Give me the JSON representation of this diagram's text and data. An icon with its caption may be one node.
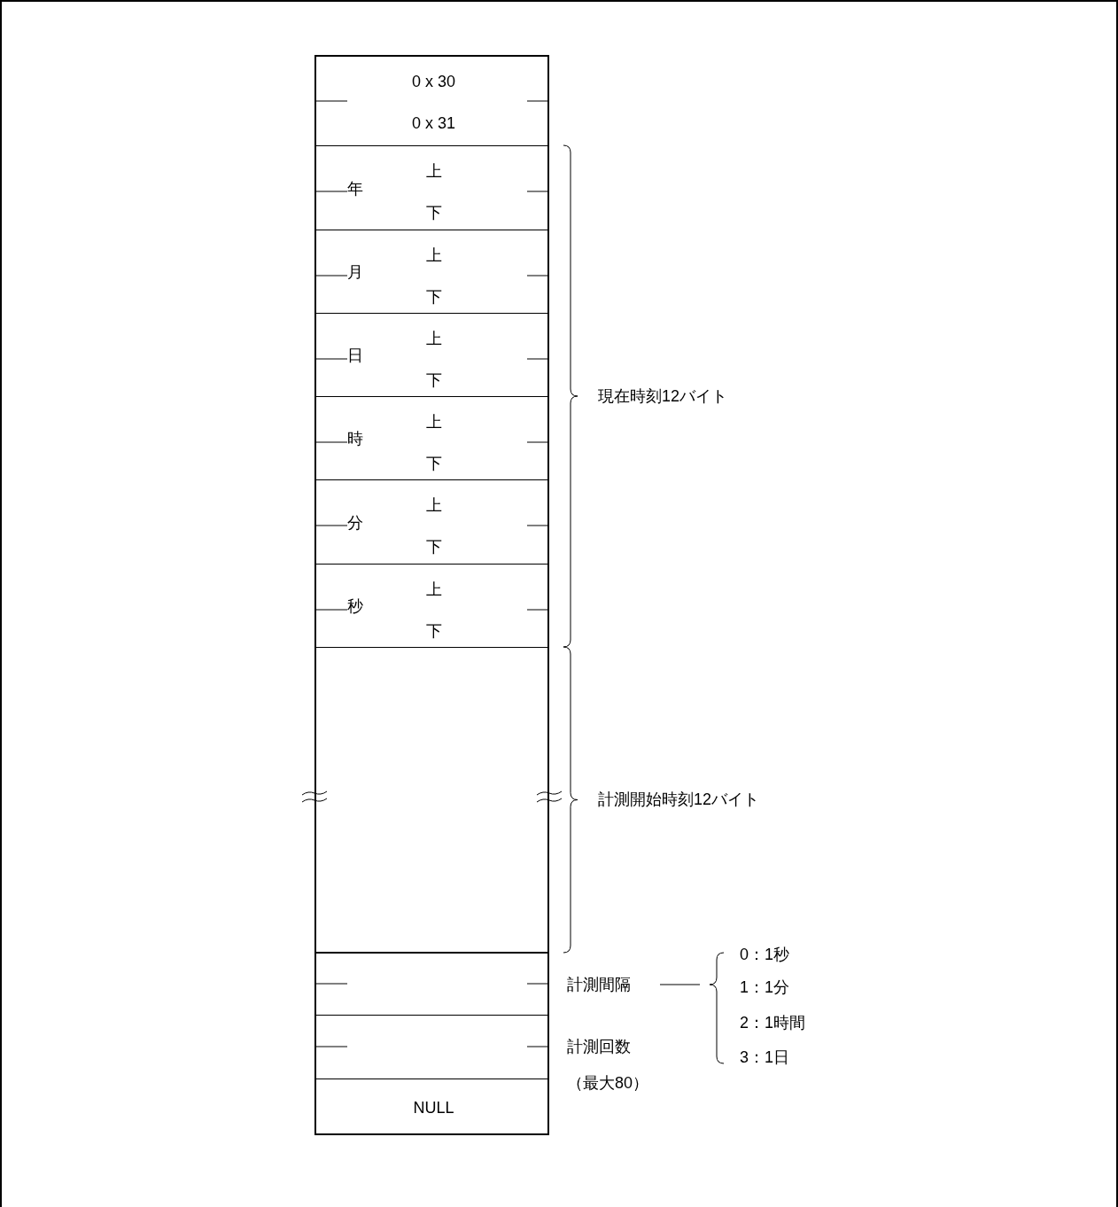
{
  "diagram": {
    "nodes": [
      {
        "text": [
          "0 x 30",
          "0 x 31"
        ]
      },
      {
        "text": [
          "年",
          "上",
          "下"
        ]
      },
      {
        "text": [
          "月",
          "上",
          "下"
        ]
      },
      {
        "text": [
          "日",
          "上",
          "下"
        ]
      },
      {
        "text": [
          "時",
          "上",
          "下"
        ]
      },
      {
        "text": [
          "分",
          "上",
          "下"
        ]
      },
      {
        "text": [
          "秒",
          "上",
          "下"
        ]
      },
      {
        "text": [],
        "shape": "box"
      },
      {
        "text": [],
        "shape": "box"
      },
      {
        "text": [],
        "shape": "box",
        "beside": [
          "計測回数",
          "（最大80）"
        ]
      },
      {
        "text": [
          "NULL"
        ]
      },
      {
        "text": [
          "計測間隔"
        ]
      },
      {
        "text": [
          "0：1秒",
          "1：1分",
          "2：1時間",
          "3：1日"
        ]
      }
    ],
    "edges": [
      {
        "from": 11,
        "to": 12,
        "arrow": "none"
      }
    ],
    "labels": [
      "現在時刻12バイト",
      "計測開始時刻12バイト"
    ]
  }
}
